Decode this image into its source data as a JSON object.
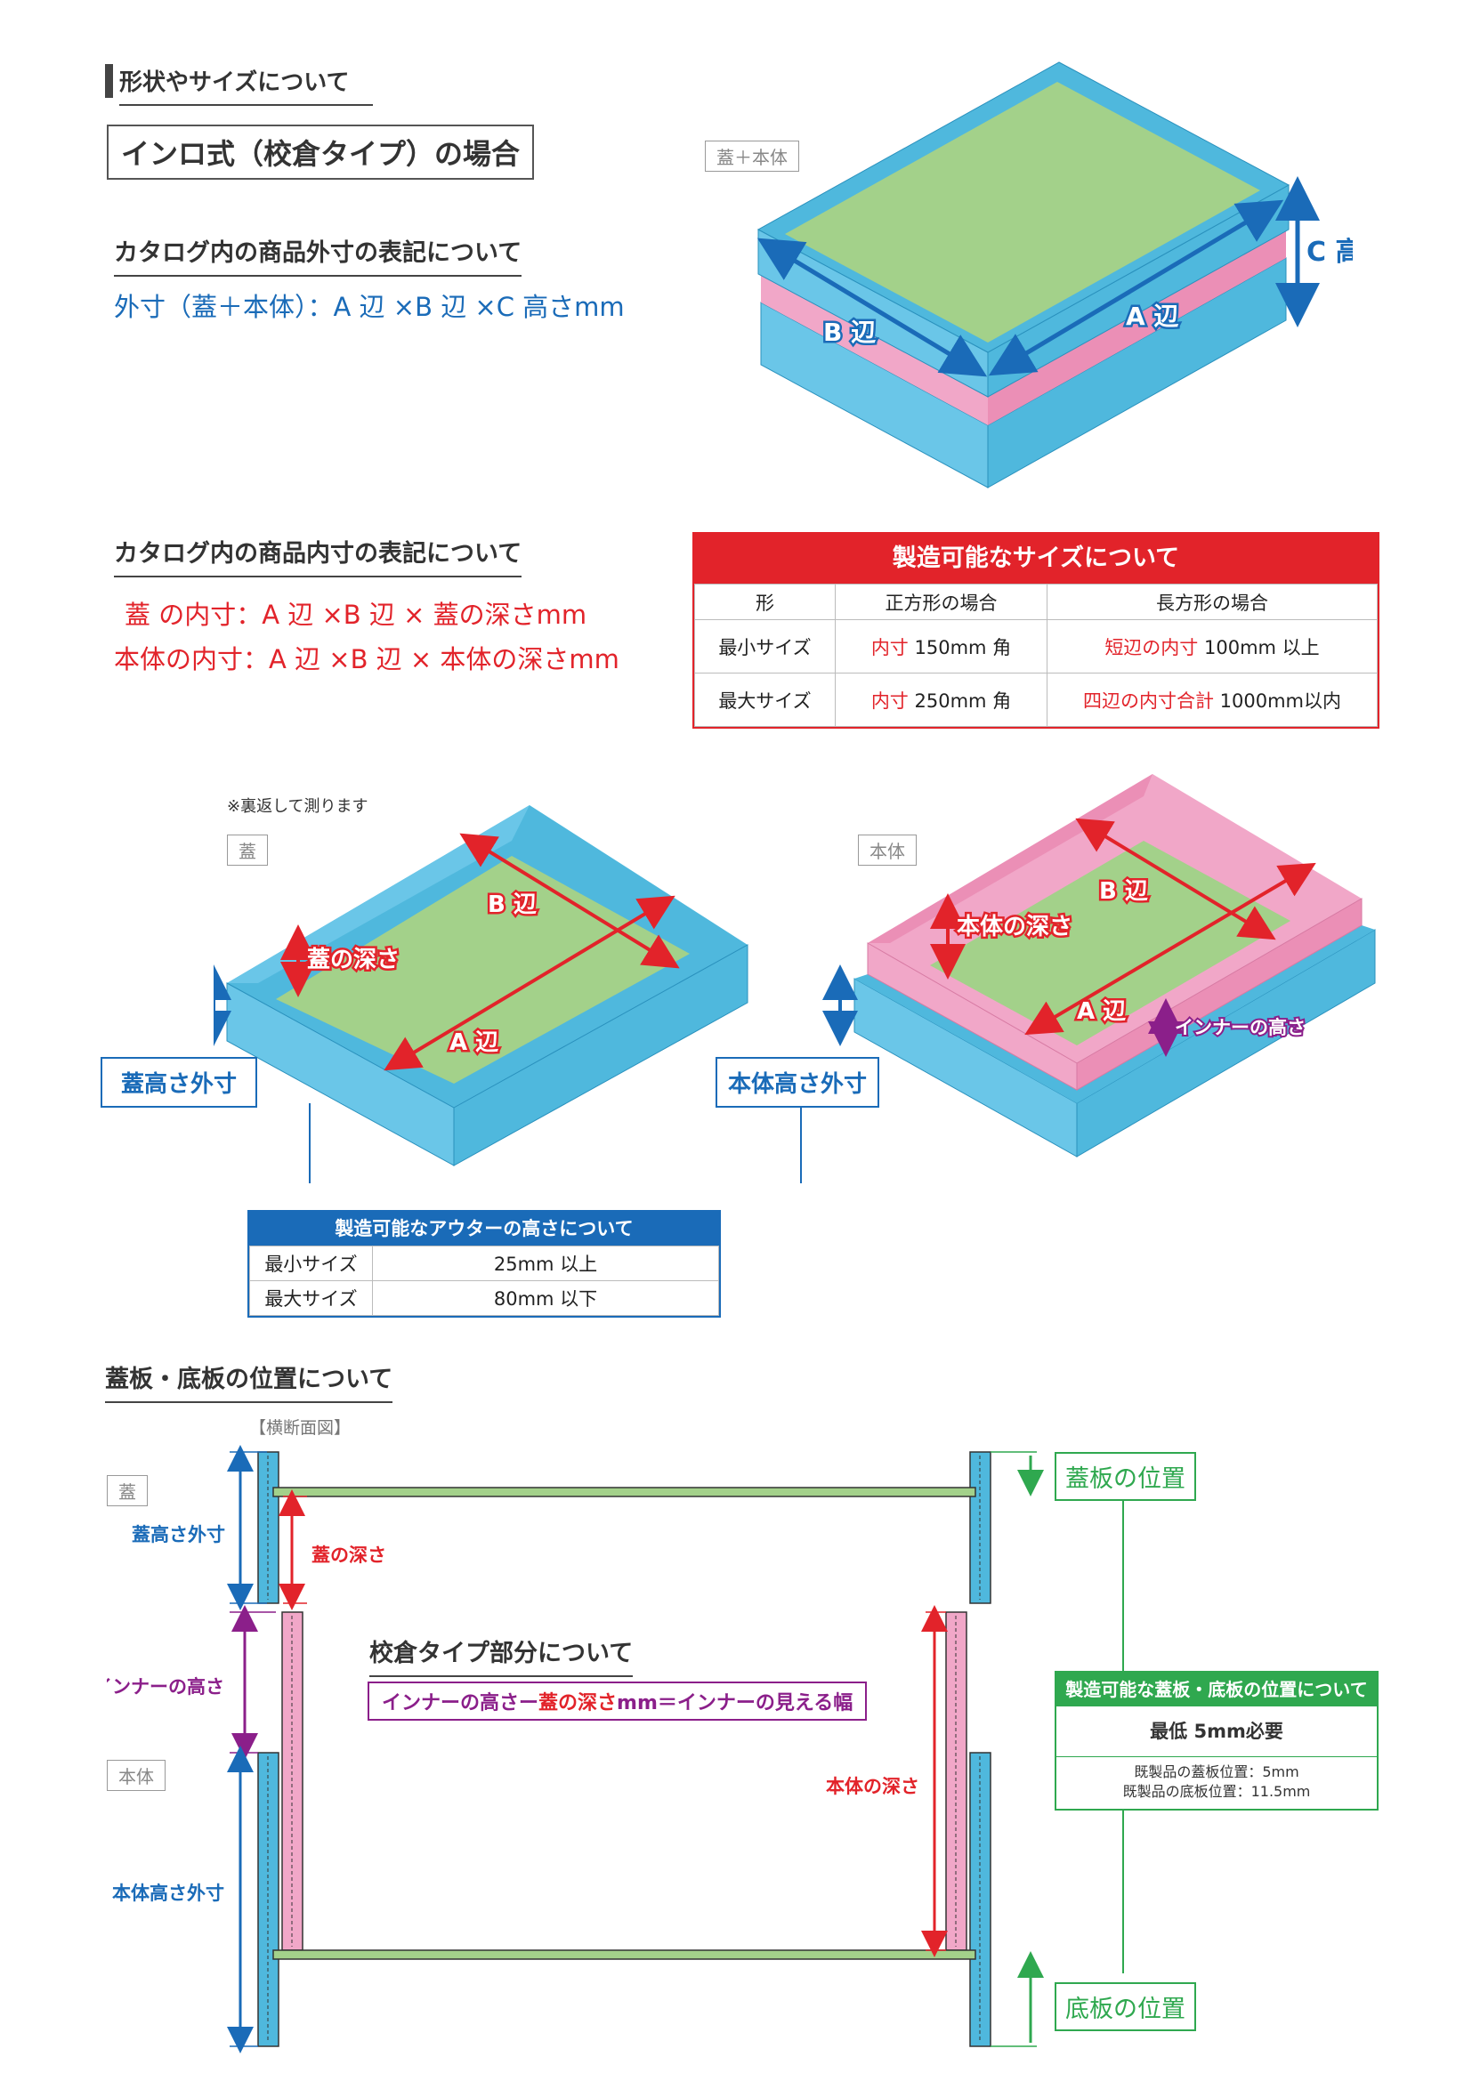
{
  "section1": {
    "title": "形状やサイズについて",
    "subtitle": "インロ式（校倉タイプ）の場合",
    "tag_lid_body": "蓋＋本体",
    "outer_heading": "カタログ内の商品外寸の表記について",
    "outer_formula": "外寸（蓋＋本体）：A 辺 ×B 辺 ×C 高さmm",
    "label_c_height": "C 高さ",
    "label_a": "A 辺",
    "label_b": "B 辺"
  },
  "section2": {
    "inner_heading": "カタログ内の商品内寸の表記について",
    "inner_lid": "蓋  の内寸：A 辺 ×B 辺 × 蓋の深さmm",
    "inner_body": "本体の内寸：A 辺 ×B 辺 × 本体の深さmm",
    "size_table": {
      "title": "製造可能なサイズについて",
      "headers": [
        "形",
        "正方形の場合",
        "長方形の場合"
      ],
      "rows": [
        {
          "label": "最小サイズ",
          "square_red": "内寸",
          "square": " 150mm 角",
          "rect_red": "短辺の内寸",
          "rect": " 100mm 以上"
        },
        {
          "label": "最大サイズ",
          "square_red": "内寸",
          "square": " 250mm 角",
          "rect_red": "四辺の内寸合計",
          "rect": " 1000mm以内"
        }
      ]
    }
  },
  "section3": {
    "note": "※裏返して測ります",
    "tag_lid": "蓋",
    "tag_body": "本体",
    "label_lid_depth": "蓋の深さ",
    "label_body_depth": "本体の深さ",
    "label_a": "A 辺",
    "label_b": "B 辺",
    "label_inner_height": "インナーの高さ",
    "lid_outer_height": "蓋高さ外寸",
    "body_outer_height": "本体高さ外寸",
    "outer_table": {
      "title": "製造可能なアウターの高さについて",
      "rows": [
        {
          "label": "最小サイズ",
          "value": "25mm 以上"
        },
        {
          "label": "最大サイズ",
          "value": "80mm 以下"
        }
      ]
    }
  },
  "section4": {
    "title": "蓋板・底板の位置について",
    "cross_section": "【横断面図】",
    "tag_lid": "蓋",
    "tag_body": "本体",
    "lid_outer_height": "蓋高さ外寸",
    "lid_depth": "蓋の深さ",
    "inner_height": "インナーの高さ",
    "body_outer_height": "本体高さ外寸",
    "body_depth": "本体の深さ",
    "azekura_title": "校倉タイプ部分について",
    "formula_a": "インナーの高さー",
    "formula_b": "蓋の深さ",
    "formula_c": "mm＝インナーの見える幅",
    "lid_board_pos": "蓋板の位置",
    "bottom_board_pos": "底板の位置",
    "pos_box": {
      "title": "製造可能な蓋板・底板の位置について",
      "main": "最低 5mm必要",
      "line1": "既製品の蓋板位置：5mm",
      "line2": "既製品の底板位置：11.5mm"
    }
  },
  "colors": {
    "blue": "#1a6bb8",
    "red": "#e2232a",
    "green": "#2fa84f",
    "purple": "#8b1f8a",
    "box_cyan": "#4fb8dd",
    "box_green": "#a3d18a",
    "box_pink": "#f1a7c8"
  }
}
